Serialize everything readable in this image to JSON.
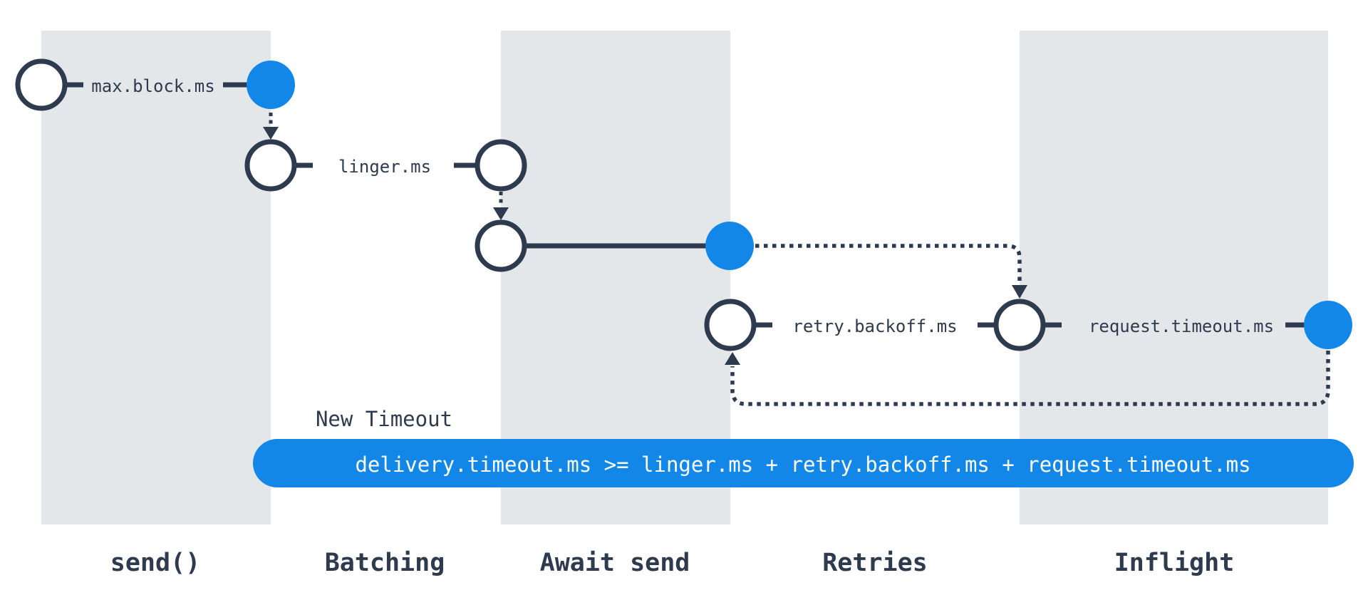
{
  "diagram": {
    "colors": {
      "accent_blue": "#1287E8",
      "line_navy": "#2E3A4E",
      "band_gray": "#E4E7EA",
      "background": "#FFFFFF",
      "pill_text_color": "#FFFFFF"
    },
    "timeline_labels": {
      "max_block": "max.block.ms",
      "linger": "linger.ms",
      "retry_backoff": "retry.backoff.ms",
      "request_timeout": "request.timeout.ms"
    },
    "new_timeout": {
      "caption": "New Timeout",
      "formula": "delivery.timeout.ms >= linger.ms + retry.backoff.ms + request.timeout.ms"
    },
    "phases": [
      {
        "label": "send()",
        "shaded": true
      },
      {
        "label": "Batching",
        "shaded": false
      },
      {
        "label": "Await send",
        "shaded": true
      },
      {
        "label": "Retries",
        "shaded": false
      },
      {
        "label": "Inflight",
        "shaded": true
      }
    ]
  }
}
